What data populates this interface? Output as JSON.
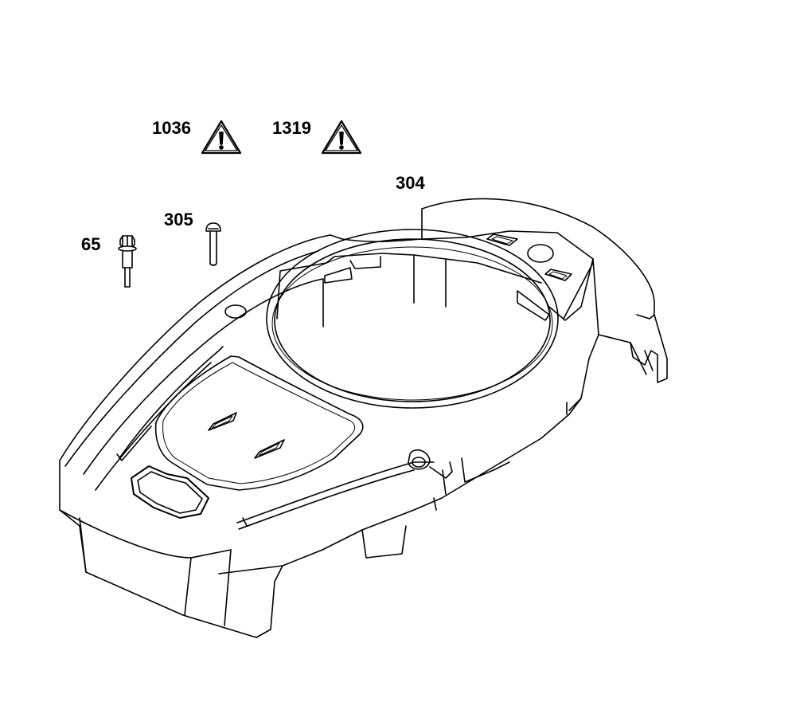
{
  "callouts": {
    "c1036": "1036",
    "c1319": "1319",
    "c304": "304",
    "c305": "305",
    "c65": "65"
  },
  "icons": [
    "warning-triangle-icon",
    "warning-triangle-icon"
  ],
  "colors": {
    "line": "#000000",
    "background": "#ffffff"
  }
}
